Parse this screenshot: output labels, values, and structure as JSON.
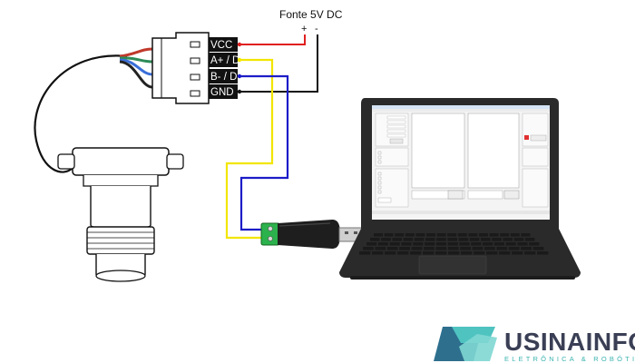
{
  "power_supply": {
    "label": "Fonte 5V DC",
    "positive": "+",
    "negative": "-"
  },
  "connector": {
    "pins": [
      {
        "label": "VCC",
        "wire_color": "#e02020"
      },
      {
        "label": "A+ / D+",
        "wire_color": "#f2e600"
      },
      {
        "label": "B- / D-",
        "wire_color": "#1c1cc8"
      },
      {
        "label": "GND",
        "wire_color": "#111111"
      }
    ]
  },
  "sensor_cable_colors": [
    "#c0392b",
    "#2e8b57",
    "#3a6fd8",
    "#222222"
  ],
  "adapter": {
    "body_color": "#1e1e1e",
    "terminal_color": "#2bb24c"
  },
  "laptop": {
    "body_color": "#2a2a2a"
  },
  "brand": {
    "name": "USINAINFO",
    "tagline": "ELETRÔNICA & ROBÓTICA",
    "colors": {
      "text": "#3a3f55",
      "tagline": "#3cb4b0",
      "logo_dark": "#2e6f8e",
      "logo_light": "#4fc3c0"
    }
  }
}
